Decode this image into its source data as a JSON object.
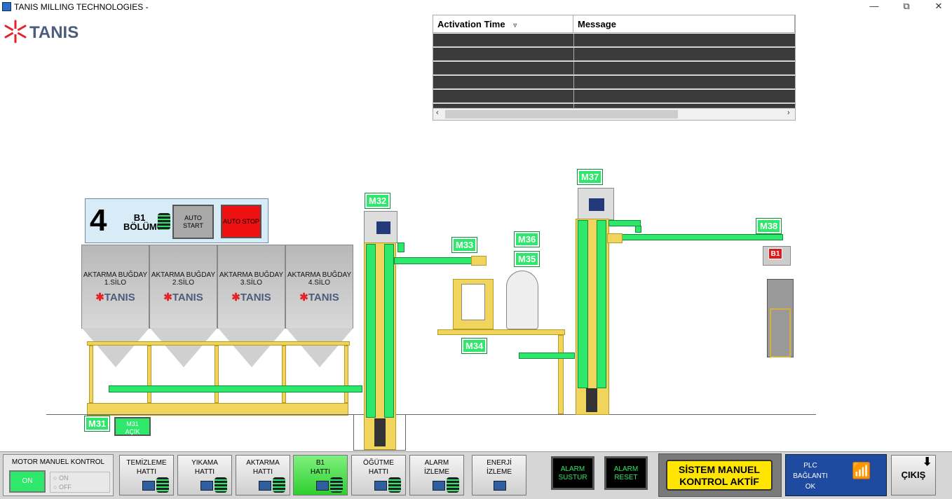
{
  "window": {
    "title": "TANIS MILLING TECHNOLOGIES -",
    "min_icon": "minimize-icon",
    "max_icon": "restore-icon",
    "close_icon": "close-icon"
  },
  "logo": {
    "text": "TANIS"
  },
  "alarm_table": {
    "columns": [
      "Activation Time",
      "Message"
    ],
    "sort_icon": "sort-down-icon",
    "rows": 6
  },
  "control_panel": {
    "section_number": "4",
    "section_line1": "B1",
    "section_line2": "BÖLÜMÜ",
    "auto_start": "AUTO START",
    "auto_stop": "AUTO STOP"
  },
  "silos": [
    {
      "line1": "AKTARMA BUĞDAY",
      "line2": "1.SİLO",
      "brand": "TANIS"
    },
    {
      "line1": "AKTARMA BUĞDAY",
      "line2": "2.SİLO",
      "brand": "TANIS"
    },
    {
      "line1": "AKTARMA BUĞDAY",
      "line2": "3.SİLO",
      "brand": "TANIS"
    },
    {
      "line1": "AKTARMA BUĞDAY",
      "line2": "4.SİLO",
      "brand": "TANIS"
    }
  ],
  "motors": {
    "m31": "M31",
    "m31_status": "M31 AÇIK",
    "m32": "M32",
    "m33": "M33",
    "m34": "M34",
    "m35": "M35",
    "m36": "M36",
    "m37": "M37",
    "m38": "M38",
    "b1": "B1"
  },
  "bottom": {
    "motor_manual": {
      "title": "MOTOR MANUEL KONTROL",
      "on_button": "ON",
      "radio_on": "ON",
      "radio_off": "OFF"
    },
    "nav": [
      {
        "line1": "TEMİZLEME",
        "line2": "HATTI"
      },
      {
        "line1": "YIKAMA",
        "line2": "HATTI"
      },
      {
        "line1": "AKTARMA",
        "line2": "HATTI"
      },
      {
        "line1": "B1",
        "line2": "HATTI"
      },
      {
        "line1": "ÖĞÜTME",
        "line2": "HATTI"
      },
      {
        "line1": "ALARM",
        "line2": "İZLEME"
      },
      {
        "line1": "ENERJİ",
        "line2": "İZLEME"
      }
    ],
    "alarm_mute": {
      "line1": "ALARM",
      "line2": "SUSTUR"
    },
    "alarm_reset": {
      "line1": "ALARM",
      "line2": "RESET"
    },
    "system_status": {
      "line1": "SİSTEM MANUEL",
      "line2": "KONTROL AKTİF"
    },
    "plc": {
      "line1": "PLC",
      "line2": "BAĞLANTI",
      "line3": "OK"
    },
    "exit": "ÇIKIŞ"
  },
  "colors": {
    "motor_green": "#2de86a",
    "frame_yellow": "#f1d45c",
    "stop_red": "#ee1111"
  }
}
